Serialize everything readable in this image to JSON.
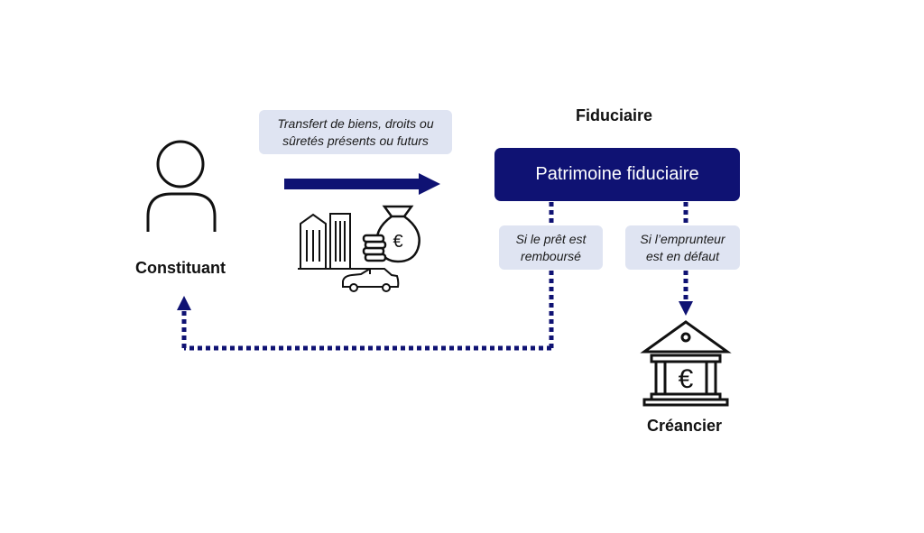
{
  "colors": {
    "navy": "#0f1273",
    "note_bg": "#dfe4f2",
    "icon_stroke": "#111111"
  },
  "constituant": {
    "label": "Constituant",
    "icon": "person-icon"
  },
  "transfer_note": {
    "line1": "Transfert de biens, droits ou",
    "line2": "sûretés présents ou futurs"
  },
  "assets": {
    "icons": [
      "buildings-icon",
      "money-bag-euro-icon",
      "coins-icon",
      "car-icon"
    ]
  },
  "fiduciaire": {
    "label": "Fiduciaire",
    "box_label": "Patrimoine fiduciaire"
  },
  "branch_repaid": {
    "line1": "Si le prêt est",
    "line2": "remboursé"
  },
  "branch_default": {
    "line1": "Si l’emprunteur",
    "line2": "est en défaut"
  },
  "creancier": {
    "label": "Créancier",
    "icon": "bank-euro-icon"
  }
}
